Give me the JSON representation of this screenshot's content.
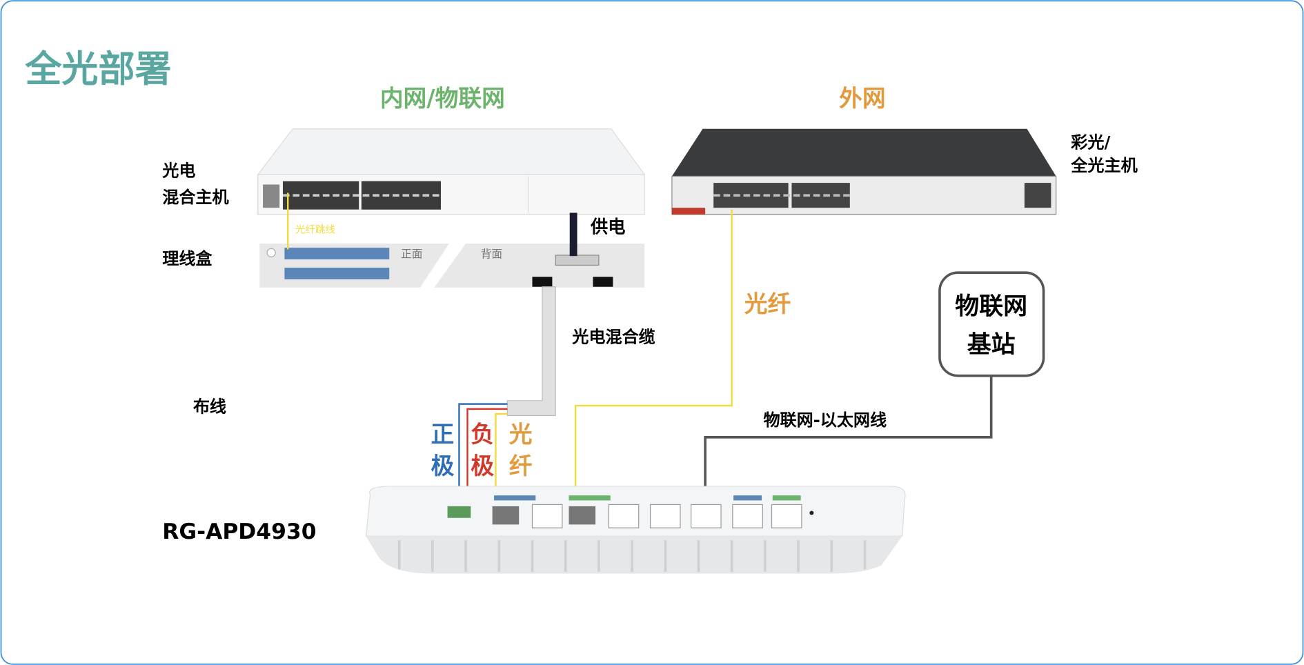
{
  "title": "全光部署",
  "zones": {
    "internal": "内网/物联网",
    "external": "外网"
  },
  "labels": {
    "hybrid_host_1": "光电",
    "hybrid_host_2": "混合主机",
    "color_host_1": "彩光/",
    "color_host_2": "全光主机",
    "cable_box": "理线盒",
    "front": "正面",
    "back": "背面",
    "patch_fiber": "光纤跳线",
    "power": "供电",
    "hybrid_cable": "光电混合缆",
    "fiber": "光纤",
    "iot_station_1": "物联网",
    "iot_station_2": "基站",
    "wiring": "布线",
    "iot_ethernet": "物联网-以太网线",
    "positive_1": "正",
    "positive_2": "极",
    "negative_1": "负",
    "negative_2": "极",
    "fiber_1": "光",
    "fiber_2": "纤",
    "device_model": "RG-APD4930"
  },
  "colors": {
    "title": "#5aa7a2",
    "internal": "#6cb46c",
    "external": "#e39a3c",
    "positive": "#2f6db5",
    "negative": "#d0392b",
    "fiber": "#f2dc3c"
  }
}
